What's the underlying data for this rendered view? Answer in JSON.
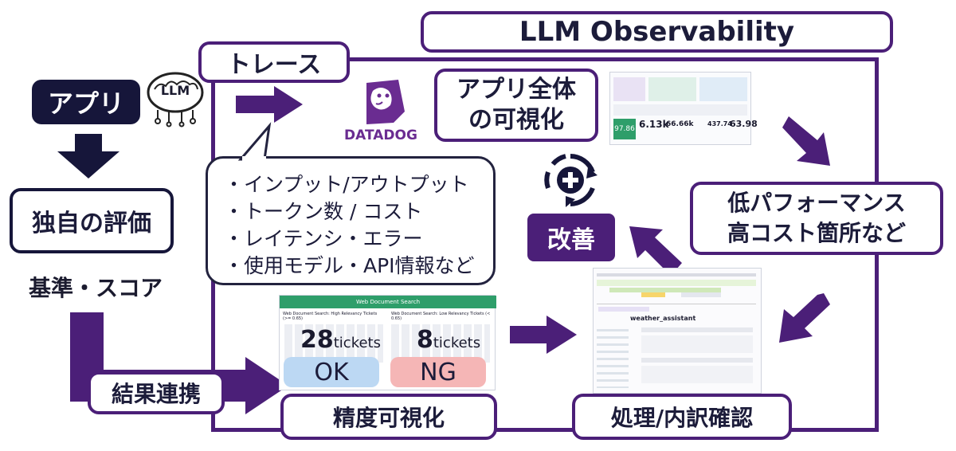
{
  "header": {
    "title": "LLM Observability"
  },
  "labels": {
    "trace": "トレース",
    "app": "アプリ",
    "llm": "LLM",
    "datadog": "DATADOG",
    "overall": "アプリ全体\nの可視化",
    "low_perf": "低パフォーマンス\n高コスト箇所など",
    "improve": "改善",
    "custom_eval": "独自の評価",
    "criteria": "基準・スコア",
    "result_link": "結果連携",
    "accuracy": "精度可視化",
    "processing": "処理/内訳確認"
  },
  "bubble_lines": [
    "・インプット/アウトプット",
    "・トークン数 / コスト",
    "・レイテンシ・エラー",
    "・使用モデル・API情報など"
  ],
  "dashboard": {
    "stats": [
      "97.86",
      "6.13k",
      "66.66k",
      "437.74",
      "63.98"
    ]
  },
  "eval_panel": {
    "title": "Web Document Search",
    "left_sub": "Web Document Search: High Relevancy Tickets (>= 0.65)",
    "right_sub": "Web Document Search: Low Relevancy Tickets (< 0.65)",
    "ok_count": "28",
    "ng_count": "8",
    "unit": "tickets",
    "ok": "OK",
    "ng": "NG"
  },
  "trace_panel": {
    "title": "weather_assistant",
    "span_name": "weather_assistant"
  },
  "colors": {
    "purple": "#4b1f78",
    "navy": "#16163a",
    "ok_bg": "#bcd8f3",
    "ng_bg": "#f5b6b6",
    "panel_green": "#2e9e6a"
  }
}
